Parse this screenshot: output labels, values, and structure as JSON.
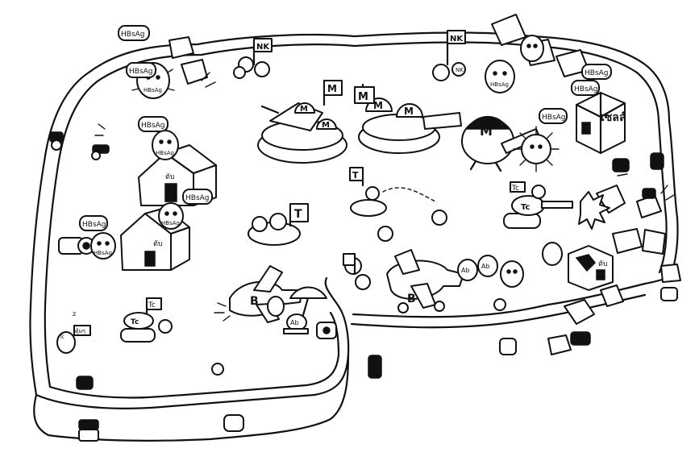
{
  "labels": {
    "antigen": "HBsAg",
    "nk": "NK",
    "macrophage": "M",
    "tcell": "T",
    "tc": "Tc",
    "bcell": "B",
    "antibody": "Ab",
    "cell_sign": "เซลล์",
    "house": "ตับ",
    "sleeping_cell": "ตุ้มๆ"
  }
}
